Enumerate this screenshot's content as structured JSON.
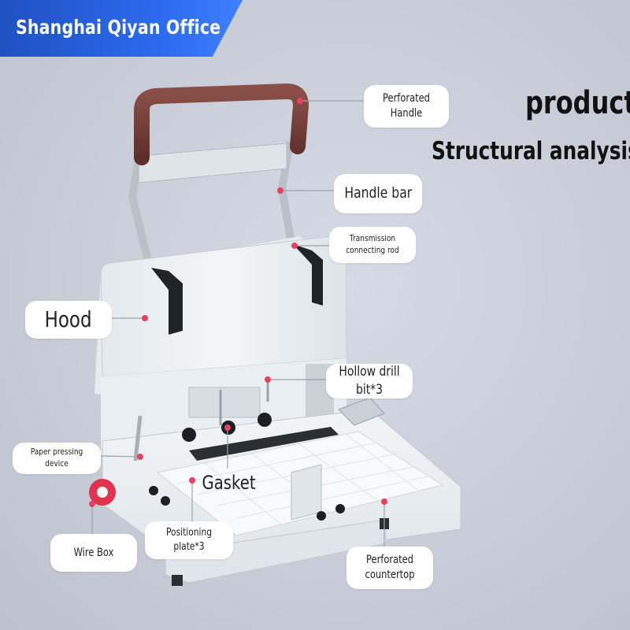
{
  "brand": {
    "name": "Shanghai Qiyan Office",
    "color": "#2d6cf0"
  },
  "heading": {
    "line1": "product",
    "line2": "Structural analysis"
  },
  "accent_color": "#e8405e",
  "callouts": {
    "perforated_handle": "Perforated Handle",
    "handle_bar": "Handle bar",
    "transmission_rod": "Transmission connecting rod",
    "hood": "Hood",
    "hollow_drill_bit": "Hollow drill bit*3",
    "paper_pressing_device": "Paper pressing device",
    "gasket": "Gasket",
    "wire_box": "Wire Box",
    "positioning_plate": "Positioning plate*3",
    "perforated_countertop": "Perforated countertop"
  }
}
